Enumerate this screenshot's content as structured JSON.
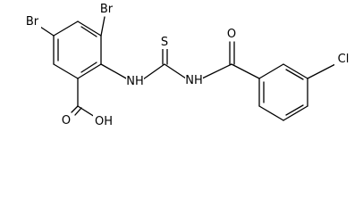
{
  "molecule": {
    "atoms": {
      "br_left": "Br",
      "br_right": "Br",
      "nh_left": "NH",
      "nh_right": "NH",
      "thio_s": "S",
      "carbonyl_o": "O",
      "cl": "Cl",
      "acid_o": "O",
      "acid_oh": "OH"
    },
    "colors": {
      "ink": "#000000",
      "background": "#ffffff"
    }
  }
}
